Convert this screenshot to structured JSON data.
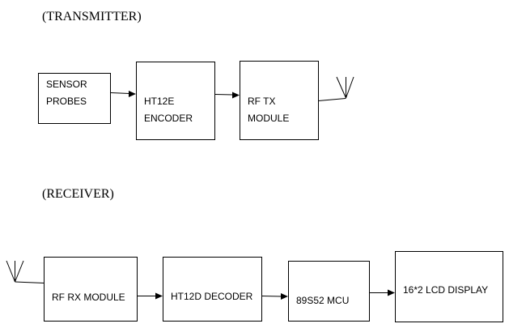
{
  "transmitter": {
    "title": "(TRANSMITTER)",
    "sensor_probes": [
      "SENSOR",
      "PROBES"
    ],
    "encoder": [
      "HT12E",
      "ENCODER"
    ],
    "rf_tx": [
      "RF TX",
      "MODULE"
    ]
  },
  "receiver": {
    "title": "(RECEIVER)",
    "rf_rx": "RF RX MODULE",
    "decoder": "HT12D DECODER",
    "mcu": "89S52 MCU",
    "lcd": "16*2 LCD DISPLAY"
  }
}
